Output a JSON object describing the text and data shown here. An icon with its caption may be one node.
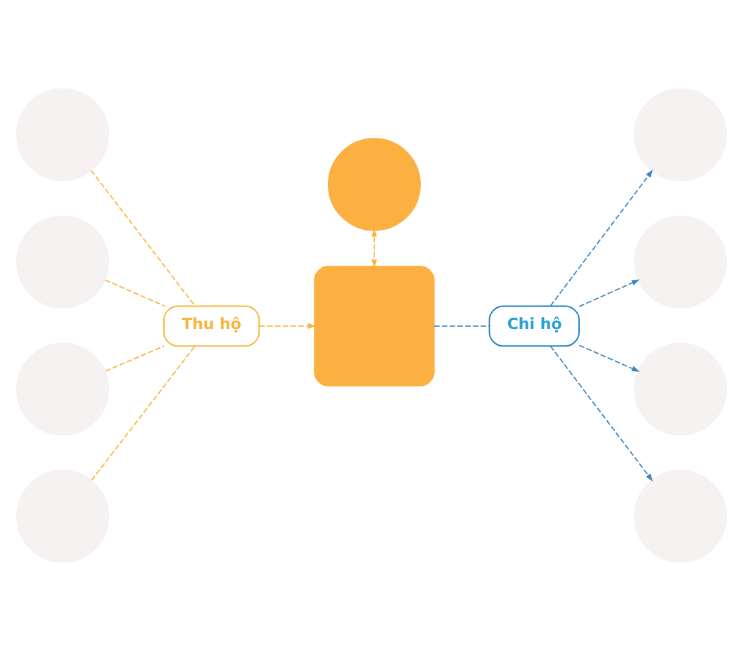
{
  "diagram": {
    "nodes": [
      {
        "text": [],
        "shape": "circle"
      },
      {
        "text": [],
        "shape": "circle"
      },
      {
        "text": [],
        "shape": "circle"
      },
      {
        "text": [],
        "shape": "circle"
      },
      {
        "text": [
          "Thu hộ"
        ]
      },
      {
        "text": [],
        "shape": "circle"
      },
      {
        "text": [],
        "shape": "box"
      },
      {
        "text": [
          "Chi hộ"
        ]
      },
      {
        "text": [],
        "shape": "circle"
      },
      {
        "text": [],
        "shape": "circle"
      },
      {
        "text": [],
        "shape": "circle"
      },
      {
        "text": [],
        "shape": "circle"
      }
    ],
    "edges": [
      {
        "from": 0,
        "to": 4,
        "arrow": "none",
        "style": "dashed"
      },
      {
        "from": 1,
        "to": 4,
        "arrow": "none",
        "style": "dashed"
      },
      {
        "from": 2,
        "to": 4,
        "arrow": "none",
        "style": "dashed"
      },
      {
        "from": 3,
        "to": 4,
        "arrow": "none",
        "style": "dashed"
      },
      {
        "from": 4,
        "to": 6,
        "arrow": "to",
        "style": "dashed"
      },
      {
        "from": 5,
        "to": 6,
        "arrow": "both",
        "style": "dashed"
      },
      {
        "from": 6,
        "to": 7,
        "arrow": "none",
        "style": "dashed",
        "color": "#3a86c0"
      },
      {
        "from": 7,
        "to": 8,
        "arrow": "to",
        "style": "dashed",
        "color": "#3a86c0"
      },
      {
        "from": 7,
        "to": 9,
        "arrow": "to",
        "style": "dashed",
        "color": "#3a86c0"
      },
      {
        "from": 7,
        "to": 10,
        "arrow": "to",
        "style": "dashed",
        "color": "#3a86c0"
      },
      {
        "from": 7,
        "to": 11,
        "arrow": "to",
        "style": "dashed",
        "color": "#3a86c0"
      }
    ]
  }
}
